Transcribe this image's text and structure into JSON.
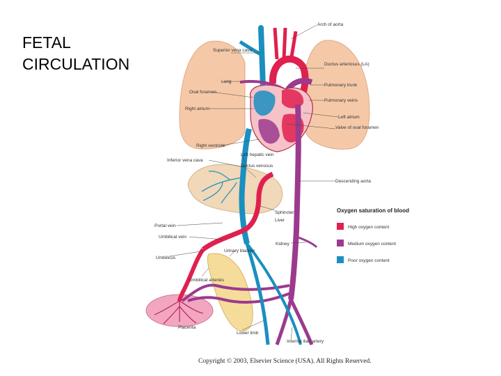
{
  "slide": {
    "title_line1": "FETAL",
    "title_line2": "CIRCULATION",
    "copyright": "Copyright © 2003, Elsevier Science (USA). All Rights Reserved."
  },
  "labels": {
    "arch_of_aorta": "Arch of aorta",
    "superior_vena_cava": "Superior vena cava",
    "ductus_arteriosus": "Ductus arteriosus (LA)",
    "lung": "Lung",
    "pulmonary_trunk": "Pulmonary trunk",
    "oval_foramen": "Oval foramen",
    "pulmonary_veins": "Pulmonary veins",
    "right_atrium": "Right atrium",
    "left_atrium": "Left atrium",
    "valve_of_oval_foramen": "Valve of oval foramen",
    "right_ventricle": "Right ventricle",
    "left_hepatic_vein": "Left hepatic vein",
    "inferior_vena_cava": "Inferior vena cava",
    "ductus_venosus": "Ductus venosus",
    "descending_aorta": "Descending aorta",
    "sphincter": "Sphincter",
    "liver": "Liver",
    "portal_vein": "Portal vein",
    "umbilical_vein": "Umbilical vein",
    "kidney": "Kidney",
    "urinary_bladder": "Urinary bladder",
    "umbilicus": "Umbilicus",
    "umbilical_arteries": "Umbilical arteries",
    "placenta": "Placenta",
    "lower_limb": "Lower limb",
    "internal_iliac_artery": "Internal iliac artery"
  },
  "legend": {
    "title": "Oxygen saturation of blood",
    "items": [
      {
        "label": "High oxygen content",
        "color": "#e0204e"
      },
      {
        "label": "Medium oxygen content",
        "color": "#9b3a8e"
      },
      {
        "label": "Poor oxygen content",
        "color": "#1a8fc0"
      }
    ]
  },
  "colors": {
    "high": "#e0204e",
    "medium": "#9b3a8e",
    "poor": "#1a8fc0",
    "lung": "#f5c9a8",
    "liver": "#f0d8b8",
    "bladder": "#f5dc9a",
    "placenta": "#f2a6c0"
  }
}
